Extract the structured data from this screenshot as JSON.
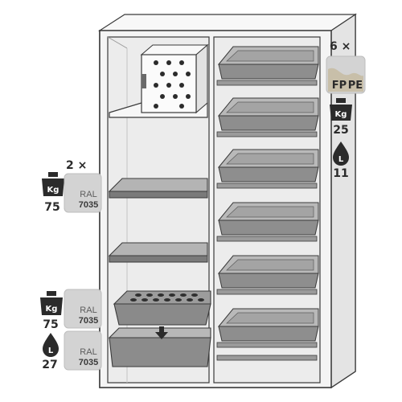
{
  "colors": {
    "frame": "#f1f1f1",
    "interior": "#ececec",
    "outline": "#3a3a3a",
    "tray": "#8e8e8e",
    "tray_dark": "#5c5c5c",
    "chip": "#d2d2d2",
    "icon": "#2b2b2b"
  },
  "left_compartment": {
    "shelf_count_label": "2 ×",
    "shelf_load_value": "75",
    "shelf_color_name": "RAL",
    "shelf_color_code": "7035",
    "perforated_load_value": "75",
    "perforated_color_name": "RAL",
    "perforated_color_code": "7035",
    "sump_volume_value": "27",
    "sump_color_name": "RAL",
    "sump_color_code": "7035"
  },
  "right_compartment": {
    "tray_count_label": "6 ×",
    "tray_material_fp": "FP",
    "tray_material_pe": "PE",
    "tray_load_value": "25",
    "tray_volume_value": "11"
  },
  "icons": {
    "weight": "kg-weight-icon",
    "volume": "liter-drop-icon",
    "arrow": "arrow-down-icon",
    "weight_unit": "Kg",
    "volume_unit": "L"
  }
}
